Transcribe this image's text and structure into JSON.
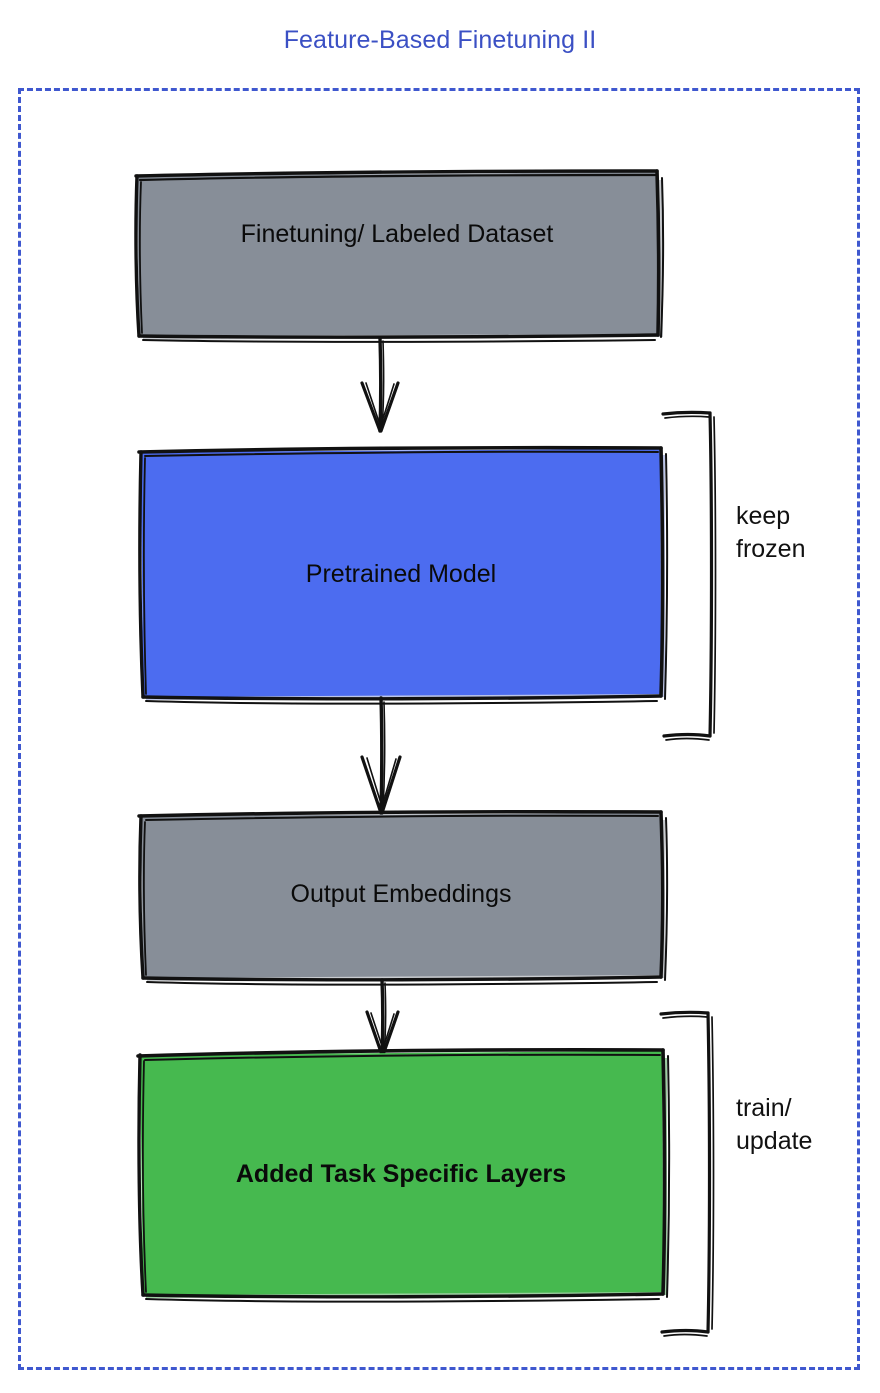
{
  "title": "Feature-Based Finetuning II",
  "colors": {
    "title": "#3b50c4",
    "frame_border": "#3f58cf",
    "box_gray": "#878e98",
    "box_blue": "#4c6cf0",
    "box_green": "#46b94f",
    "stroke": "#111111",
    "text": "#0a0a0a",
    "background": "#ffffff"
  },
  "frame": {
    "style": "dashed",
    "label": "diagram outer boundary"
  },
  "nodes": [
    {
      "id": "dataset",
      "label": "Finetuning/ Labeled Dataset",
      "fill": "#878e98",
      "shape": "rectangle",
      "style": "hand-drawn"
    },
    {
      "id": "pretrained",
      "label": "Pretrained Model",
      "fill": "#4c6cf0",
      "shape": "rectangle",
      "style": "hand-drawn"
    },
    {
      "id": "embeddings",
      "label": "Output Embeddings",
      "fill": "#878e98",
      "shape": "rectangle",
      "style": "hand-drawn"
    },
    {
      "id": "task-layers",
      "label": "Added Task Specific Layers",
      "fill": "#46b94f",
      "shape": "rectangle",
      "style": "hand-drawn"
    }
  ],
  "edges": [
    {
      "from": "dataset",
      "to": "pretrained",
      "direction": "down",
      "arrowhead": "open-v"
    },
    {
      "from": "pretrained",
      "to": "embeddings",
      "direction": "down",
      "arrowhead": "open-v"
    },
    {
      "from": "embeddings",
      "to": "task-layers",
      "direction": "down",
      "arrowhead": "open-v"
    }
  ],
  "annotations": [
    {
      "id": "keep-frozen",
      "label": "keep\nfrozen",
      "target": "pretrained",
      "decoration": "bracket"
    },
    {
      "id": "train-update",
      "label": "train/\nupdate",
      "target": "task-layers",
      "decoration": "bracket"
    }
  ]
}
